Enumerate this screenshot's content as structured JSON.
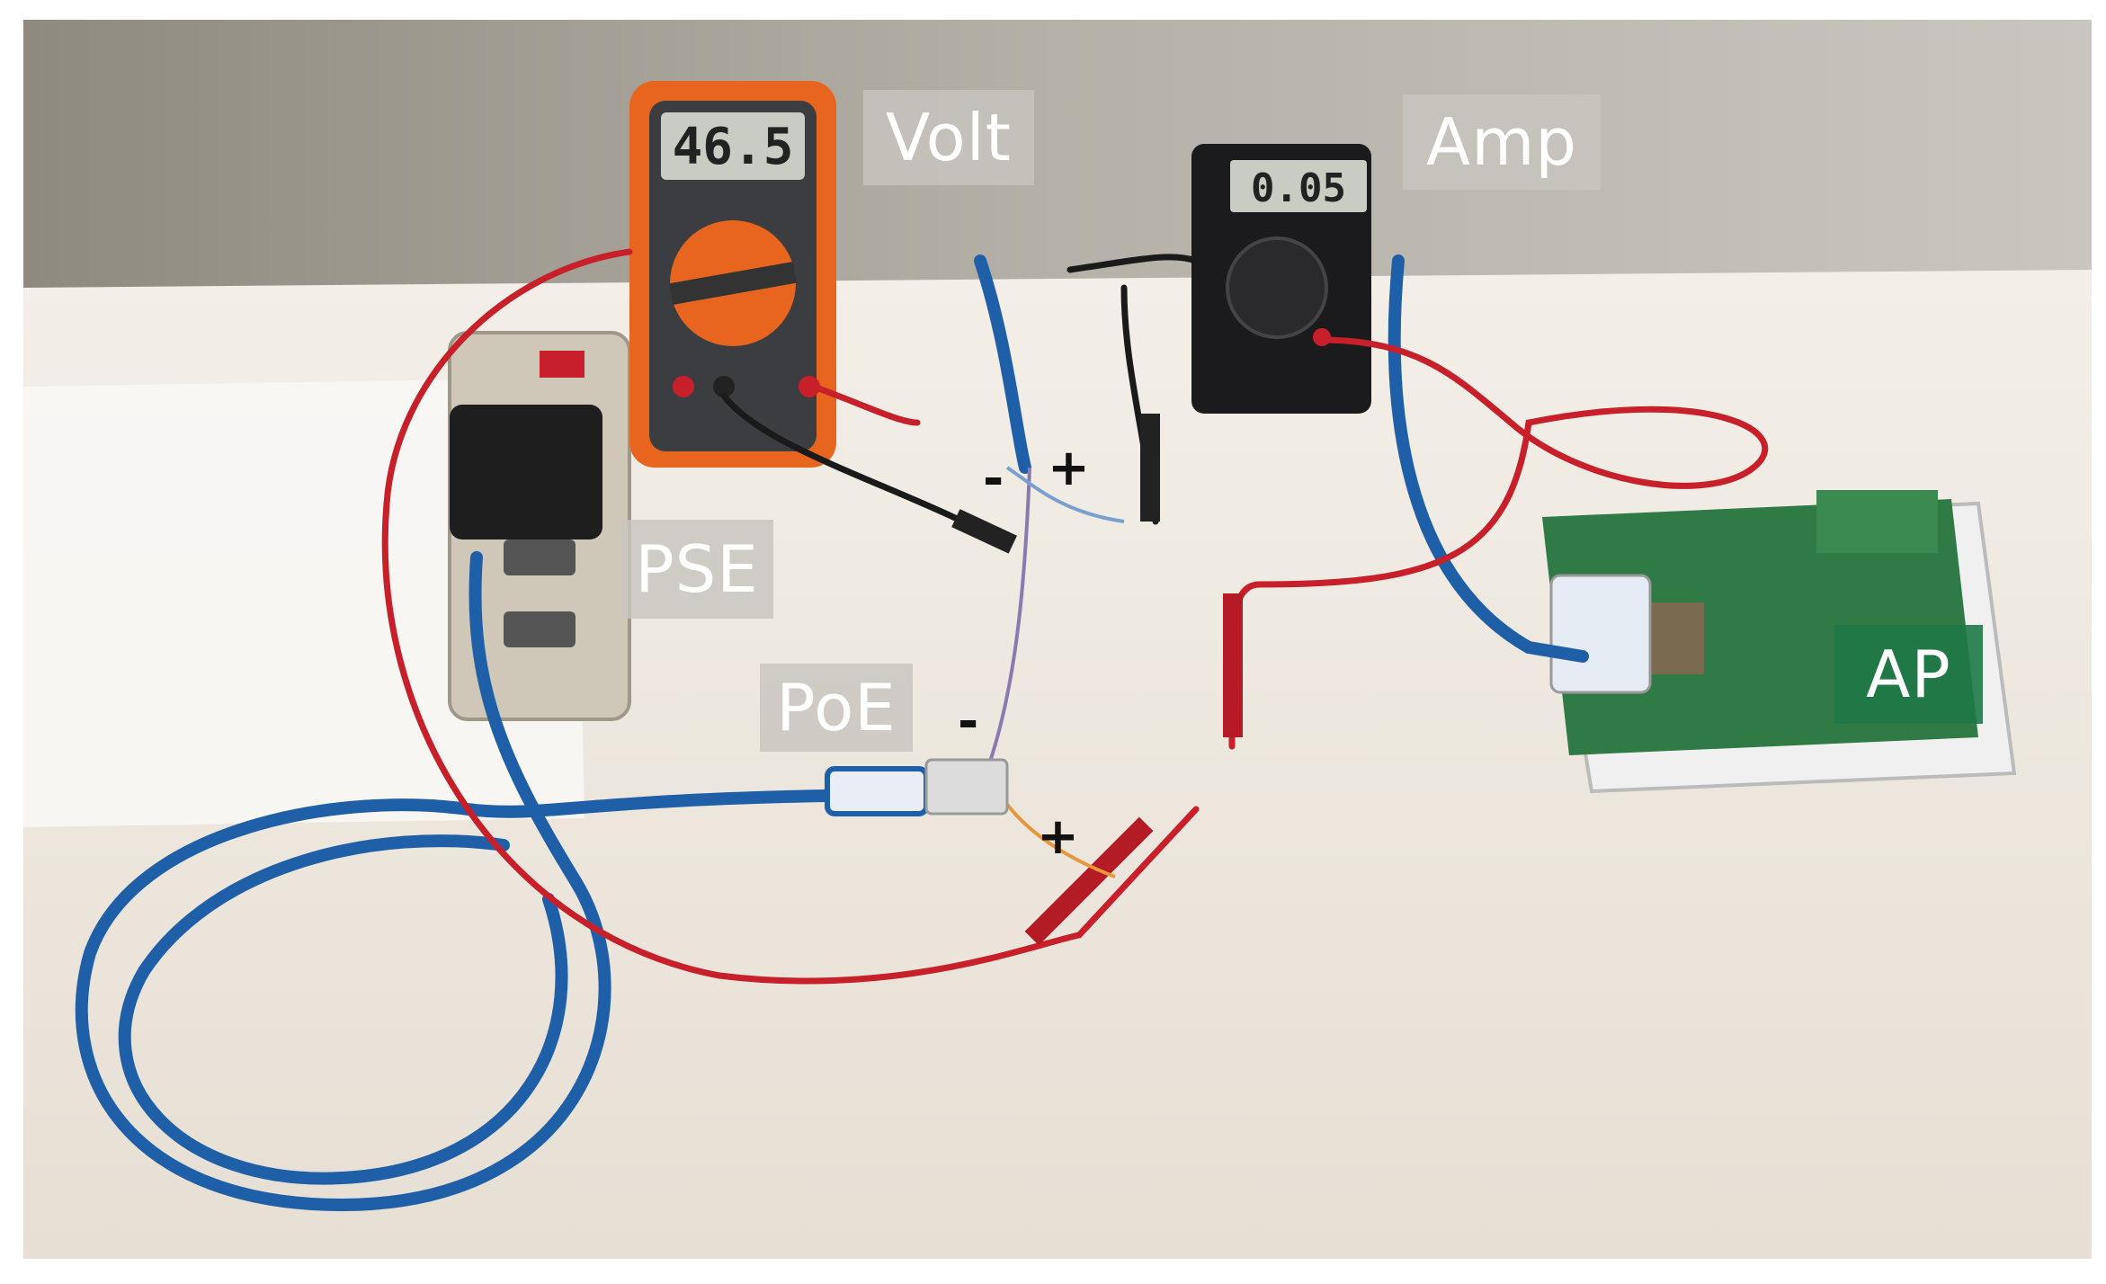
{
  "labels": {
    "volt": "Volt",
    "amp": "Amp",
    "pse": "PSE",
    "poe": "PoE",
    "ap": "AP"
  },
  "meters": {
    "volt_reading": "46.5",
    "amp_reading": "0.05"
  },
  "polarity": {
    "top_minus": "-",
    "top_plus": "+",
    "bottom_minus": "-",
    "bottom_plus": "+"
  },
  "colors": {
    "wall": "#a8a49c",
    "cloth": "#ece6dd",
    "blue_cable": "#1f5fa8",
    "red_lead": "#c8202a",
    "orange_meter": "#e8651f",
    "pcb_green": "#2f7a45"
  }
}
